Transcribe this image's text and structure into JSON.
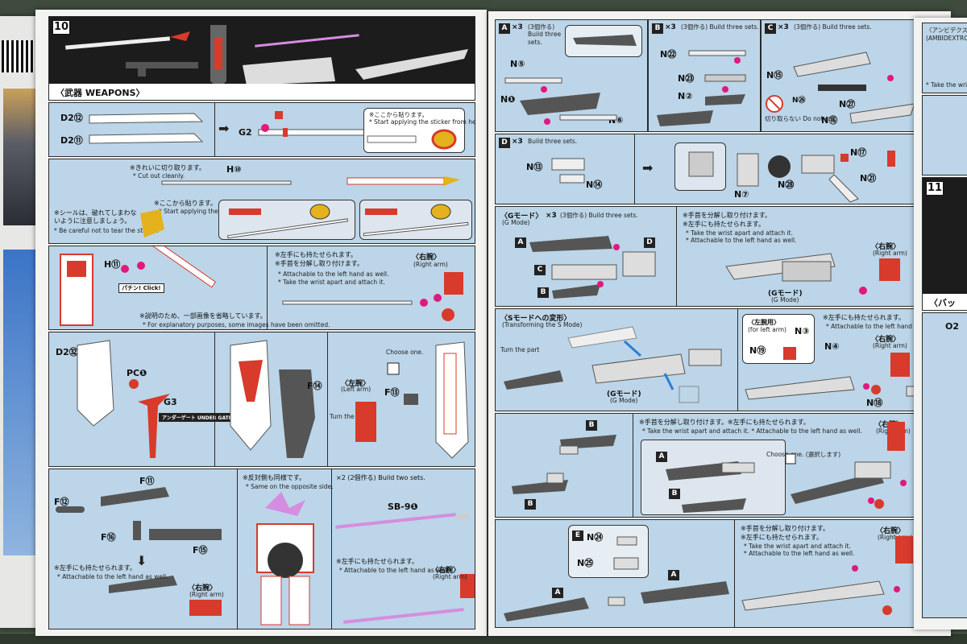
{
  "left_page": {
    "step_number": "10",
    "weapons_header": "〈武器 WEAPONS〉",
    "row1": {
      "part_a": "D2⑫",
      "part_b": "D2⑪",
      "part_c": "G2",
      "note": "※ここから貼ります。",
      "note_en": "* Start applying the sticker from here."
    },
    "row2": {
      "part": "H⑩",
      "note": "※きれいに切り取ります。",
      "note_en": "* Cut out cleanly.",
      "note2": "※シールは、破れてしまわないように注意しましょう。",
      "note2_en": "* Be careful not to tear the sticker.",
      "note3": "※ここから貼ります。",
      "note3_en": "* Start applying the sticker from here."
    },
    "row3": {
      "part": "H⑪",
      "click": "パチン! Click!",
      "right_arm": "〈右腕〉",
      "right_arm_en": "(Right arm)",
      "note": "※左手にも持たせられます。",
      "note_en": "* Attachable to the left hand as well.",
      "note2": "※手首を分解し取り付けます。",
      "note2_en": "* Take the wrist apart and attach it.",
      "note3": "※説明のため、一部画像を省略しています。",
      "note3_en": "* For explanatory purposes, some images have been omitted."
    },
    "row4": {
      "part_a": "D2㉜",
      "part_b": "PC❶",
      "part_c": "G3",
      "under_gate": "アンダーゲート UNDER GATE",
      "part_d": "F⑭",
      "left_arm": "〈左腕〉",
      "left_arm_en": "(Left arm)",
      "part_e": "F⑬",
      "choose": "Choose one.",
      "turn": "Turn the part."
    },
    "row5": {
      "part_a": "F⑪",
      "part_b": "F⑫",
      "part_c": "F⑯",
      "part_d": "F⑮",
      "opposite": "※反対側も同様です。",
      "opposite_en": "* Same on the opposite side.",
      "build_two": "×2 (2個作る) Build two sets.",
      "sb": "SB-9❶",
      "note": "※左手にも持たせられます。",
      "note_en": "* Attachable to the left hand as well.",
      "right_arm": "〈右腕〉",
      "right_arm_en": "(Right arm)"
    }
  },
  "right_page": {
    "sec_a": {
      "tag": "A",
      "count": "×3",
      "sub": "(3個作る) Build three sets.",
      "parts": [
        "N⑤",
        "N❶",
        "N⑥"
      ]
    },
    "sec_b": {
      "tag": "B",
      "count": "×3",
      "sub": "(3個作る) Build three sets.",
      "parts": [
        "N㉒",
        "N㉓",
        "N②"
      ]
    },
    "sec_c": {
      "tag": "C",
      "count": "×3",
      "sub": "(3個作る) Build three sets.",
      "parts": [
        "N⑮",
        "N㉖",
        "N㉗",
        "N⑯"
      ],
      "warning": "切り取らない Do not cut"
    },
    "sec_d": {
      "tag": "D",
      "count": "×3",
      "sub": "Build three sets.",
      "parts": [
        "N⑬",
        "N⑭",
        "N⑦",
        "N㉘",
        "N⑰",
        "N㉑"
      ]
    },
    "g_mode": {
      "title": "〈Gモード〉",
      "title_en": "(G Mode)",
      "count": "×3",
      "sub": "(3個作る) Build three sets.",
      "labels": [
        "A",
        "C",
        "B",
        "D"
      ],
      "note": "※手首を分解し取り付けます。",
      "note_en": "* Take the wrist apart and attach it.",
      "note2": "※左手にも持たせられます。",
      "note2_en": "* Attachable to the left hand as well.",
      "mode_label": "(Gモード)",
      "mode_label_en": "(G Mode)",
      "right_arm": "〈右腕〉",
      "right_arm_en": "(Right arm)"
    },
    "s_mode": {
      "title": "〈Sモードへの変形〉",
      "title_en": "(Transforming the S Mode)",
      "turn": "Turn the part",
      "mode_label": "(Gモード)",
      "mode_label_en": "(G Mode)",
      "left_use": "〈左腕用〉",
      "left_use_en": "(for left arm)",
      "parts": [
        "N③",
        "N⑲",
        "N④",
        "N⑱"
      ],
      "note": "※左手にも持たせられます。",
      "note_en": "* Attachable to the left hand as well.",
      "right_arm": "〈右腕〉",
      "right_arm_en": "(Right arm)"
    },
    "b_assembly": {
      "labels": [
        "B",
        "B",
        "A",
        "B"
      ],
      "note": "※手首を分解し取り付けます。※左手にも持たせられます。",
      "note_en": "* Take the wrist apart and attach it. * Attachable to the left hand as well.",
      "choose": "Choose one. (選択します)",
      "right_arm": "〈右腕〉",
      "right_arm_en": "(Right arm)"
    },
    "e_assembly": {
      "tag": "E",
      "parts": [
        "N㉔",
        "N㉕"
      ],
      "labels": [
        "A",
        "A"
      ],
      "note": "※手首を分解し取り付けます。",
      "note2": "※左手にも持たせられます。",
      "note_en": "* Take the wrist apart and attach it.",
      "note2_en": "* Attachable to the left hand as well.",
      "right_arm": "〈右腕〉",
      "right_arm_en": "(Right arm)"
    }
  },
  "edge_page": {
    "header": "〈アンビデクストラ",
    "header_en": "(AMBIDEXTROU",
    "step_number": "11",
    "note_en": "* Take the wrist",
    "back": "〈バック",
    "part": "O2"
  },
  "colors": {
    "panel_blue": "#bcd5e8",
    "pin_magenta": "#e0197d",
    "part_red": "#d83a2c",
    "part_grey": "#555555"
  }
}
